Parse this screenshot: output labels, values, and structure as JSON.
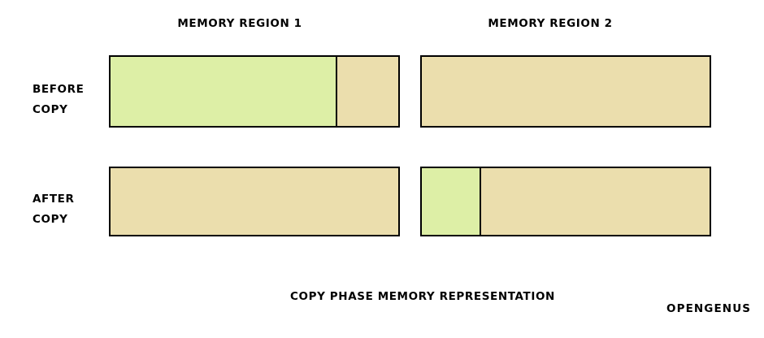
{
  "diagram": {
    "caption": "COPY PHASE MEMORY REPRESENTATION",
    "watermark": "OPENGENUS",
    "colors": {
      "occupied": "#DDEFA6",
      "free": "#EBDEAD",
      "border": "#000000",
      "background": "#FFFFFF"
    },
    "column_headers": [
      {
        "label": "MEMORY REGION 1"
      },
      {
        "label": "MEMORY REGION 2"
      }
    ],
    "rows": [
      {
        "label_line1": "BEFORE",
        "label_line2": "COPY",
        "bars": [
          {
            "region": "MEMORY REGION 1",
            "segments": [
              {
                "type": "occupied",
                "fraction": 79
              },
              {
                "type": "free",
                "fraction": 21
              }
            ]
          },
          {
            "region": "MEMORY REGION 2",
            "segments": [
              {
                "type": "free",
                "fraction": 100
              }
            ]
          }
        ]
      },
      {
        "label_line1": "AFTER",
        "label_line2": "COPY",
        "bars": [
          {
            "region": "MEMORY REGION 1",
            "segments": [
              {
                "type": "free",
                "fraction": 100
              }
            ]
          },
          {
            "region": "MEMORY REGION 2",
            "segments": [
              {
                "type": "occupied",
                "fraction": 21
              },
              {
                "type": "free",
                "fraction": 79
              }
            ]
          }
        ]
      }
    ]
  }
}
